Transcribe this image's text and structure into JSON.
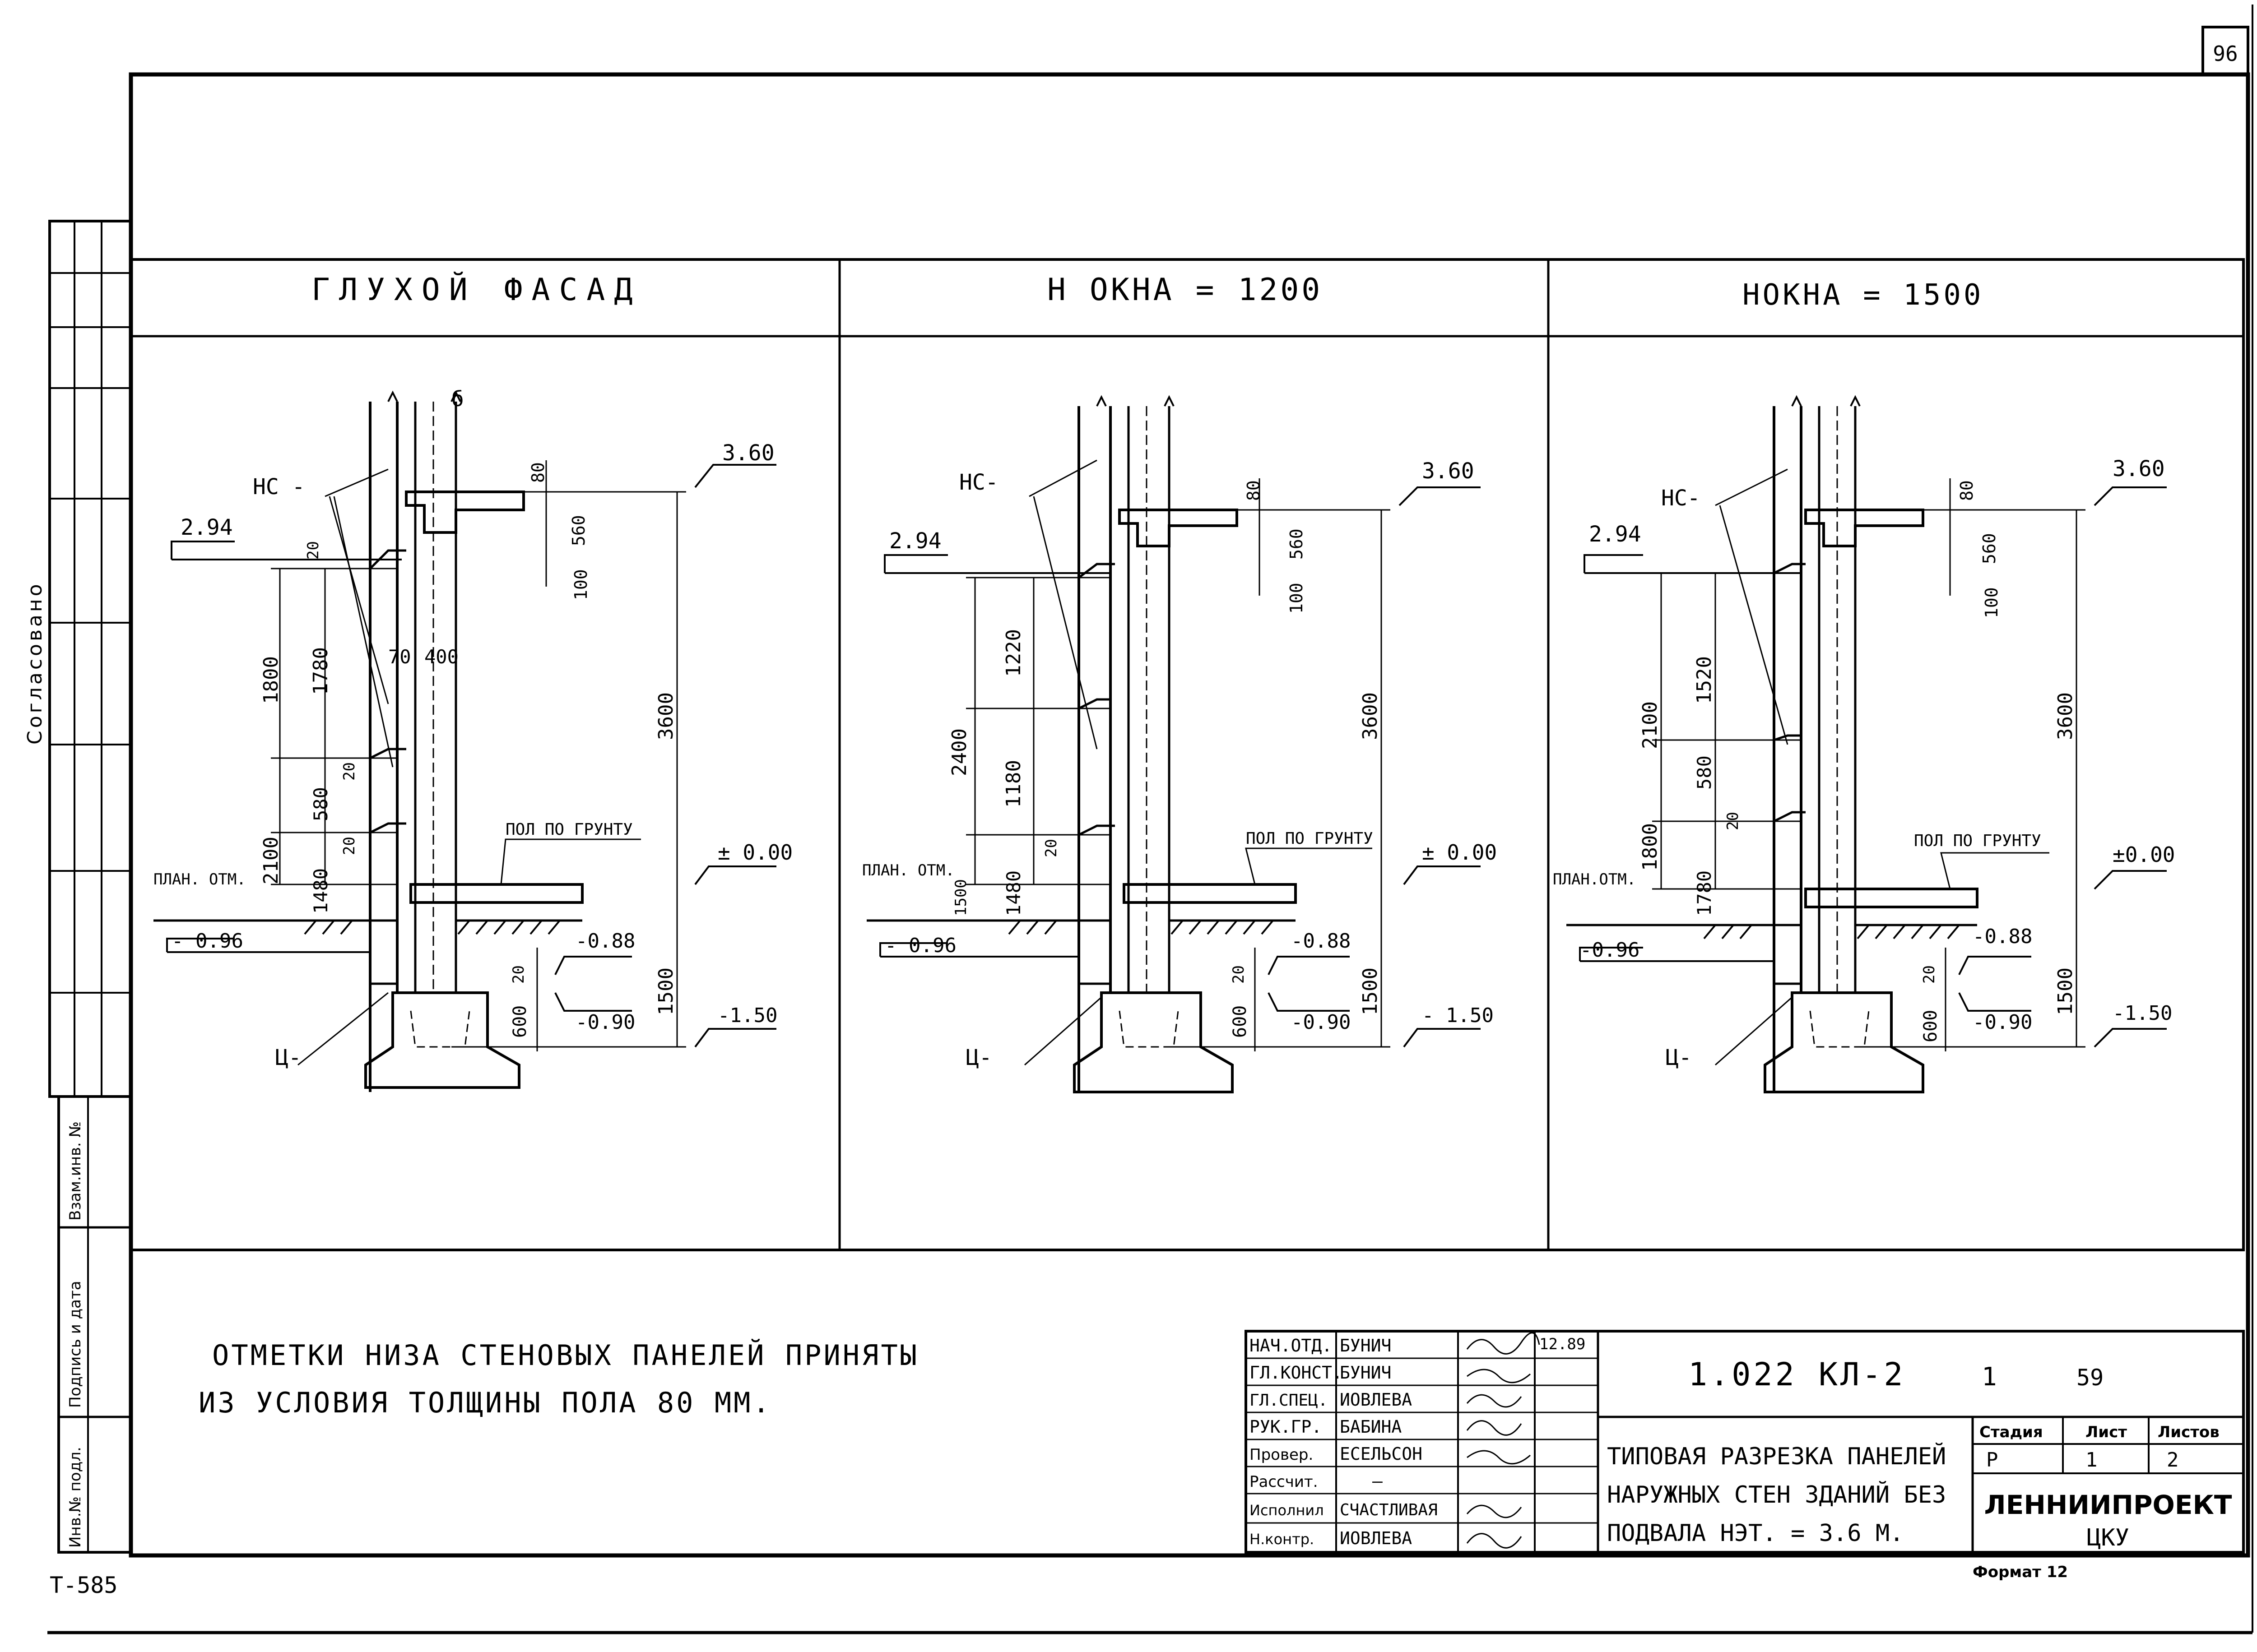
{
  "page_number": "96",
  "sheet_code": "Т-585",
  "side_labels": {
    "agreed": "Согласовано",
    "replaced_inv": "Взам.инв. №",
    "signature_date": "Подпись и дата",
    "inv_orig": "Инв.№ подл."
  },
  "panels": [
    {
      "title": "ГЛУХОЙ ФАСАД",
      "marks": {
        "roof": "3.60",
        "upper": "2.94",
        "floor": "± 0.00",
        "plan": "ПЛАН. ОТМ.",
        "ground": "- 0.96",
        "m088": "-0.88",
        "m090": "-0.90",
        "m150": "-1.50"
      },
      "labels": {
        "hs": "НС -",
        "c": "Ц-",
        "floor_ground": "ПОЛ ПО ГРУНТУ",
        "b": "б"
      },
      "dims": {
        "d80": "80",
        "d560": "560",
        "d100": "100",
        "d20a": "20",
        "d1780": "1780",
        "d1800": "1800",
        "d70": "70",
        "d400": "400",
        "d3600": "3600",
        "d20b": "20",
        "d580": "580",
        "d20c": "20",
        "d2100": "2100",
        "d1480": "1480",
        "d1500": "1500",
        "d20d": "20",
        "d600": "600"
      }
    },
    {
      "title": "Н ОКНА = 1200",
      "marks": {
        "roof": "3.60",
        "upper": "2.94",
        "floor": "± 0.00",
        "plan": "ПЛАН. ОТМ.",
        "ground": "- 0.96",
        "m088": "-0.88",
        "m090": "-0.90",
        "m150": "- 1.50"
      },
      "labels": {
        "hs": "НС-",
        "c": "Ц-",
        "floor_ground": "ПОЛ ПО ГРУНТУ"
      },
      "dims": {
        "d80": "80",
        "d560": "560",
        "d100": "100",
        "d1220": "1220",
        "d2400": "2400",
        "d3600": "3600",
        "d1180": "1180",
        "d20": "20",
        "d1480": "1480",
        "d1500a": "1500",
        "d1500": "1500",
        "d20b": "20",
        "d600": "600"
      }
    },
    {
      "title": "НОКНА = 1500",
      "marks": {
        "roof": "3.60",
        "upper": "2.94",
        "floor": "±0.00",
        "plan": "ПЛАН.ОТМ.",
        "ground": "-0.96",
        "m088": "-0.88",
        "m090": "-0.90",
        "m150": "-1.50"
      },
      "labels": {
        "hs": "НС-",
        "c": "Ц-",
        "floor_ground": "ПОЛ ПО ГРУНТУ"
      },
      "dims": {
        "d80": "80",
        "d560": "560",
        "d100": "100",
        "d1520": "1520",
        "d2100": "2100",
        "d3600": "3600",
        "d580": "580",
        "d20": "20",
        "d1800": "1800",
        "d1780": "1780",
        "d1500": "1500",
        "d20b": "20",
        "d600": "600"
      }
    }
  ],
  "note": {
    "line1": "ОТМЕТКИ НИЗА СТЕНОВЫХ ПАНЕЛЕЙ ПРИНЯТЫ",
    "line2": "ИЗ УСЛОВИЯ ТОЛЩИНЫ ПОЛА 80 ММ."
  },
  "title_block": {
    "code": "1.022 КЛ-2",
    "issue": "1",
    "number": "59",
    "date": "12.89",
    "roles": [
      {
        "role": "НАЧ.ОТД.",
        "name": "БУНИЧ"
      },
      {
        "role": "ГЛ.КОНСТ.",
        "name": "БУНИЧ"
      },
      {
        "role": "ГЛ.СПЕЦ.",
        "name": "ИОВЛЕВА"
      },
      {
        "role": "РУК.ГР.",
        "name": "БАБИНА"
      },
      {
        "role": "Провер.",
        "name": "ЕСЕЛЬСОН"
      },
      {
        "role": "Рассчит.",
        "name": "—"
      },
      {
        "role": "Исполнил",
        "name": "СЧАСТЛИВАЯ"
      },
      {
        "role": "Н.контр.",
        "name": "ИОВЛЕВА"
      }
    ],
    "description": [
      "ТИПОВАЯ РАЗРЕЗКА ПАНЕЛЕЙ",
      "НАРУЖНЫХ СТЕН ЗДАНИЙ БЕЗ",
      "ПОДВАЛА НЭТ. = 3.6 М."
    ],
    "stage_header": "Стадия",
    "sheet_header": "Лист",
    "sheets_header": "Листов",
    "stage": "Р",
    "sheet": "1",
    "sheets": "2",
    "org": "ЛЕННИИПРОЕКТ",
    "org_sub": "ЦКУ",
    "format": "Формат 12"
  }
}
